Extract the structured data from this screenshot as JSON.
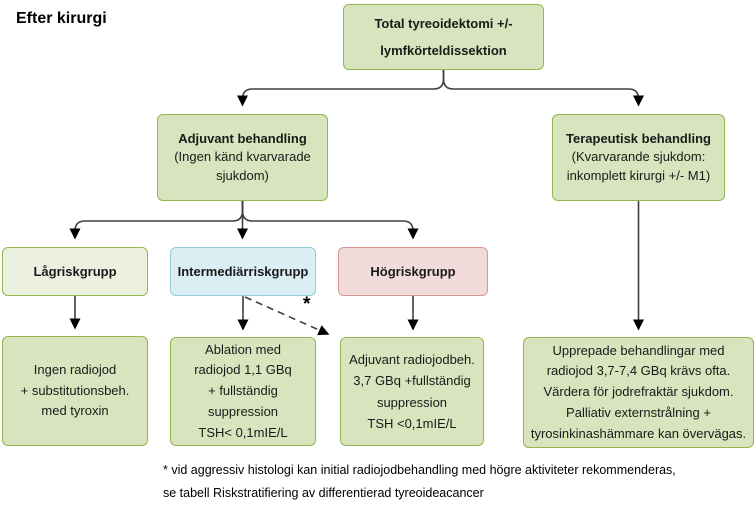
{
  "page": {
    "title": "Efter kirurgi"
  },
  "colors": {
    "node_green_fill": "#d7e4bd",
    "node_green_border": "#94b64e",
    "node_lightgreen_fill": "#ebf1de",
    "node_blue_fill": "#daeef3",
    "node_blue_border": "#92cddc",
    "node_pink_fill": "#f2dcdb",
    "node_pink_border": "#d99694",
    "connector_line": "#404040",
    "arrowhead": "#000000"
  },
  "boxes": {
    "top": {
      "text": "Total tyreoidektomi +/-\nlymfkörteldissektion"
    },
    "adjuvant": {
      "title": "Adjuvant behandling",
      "subtitle": "(Ingen känd kvarvarade\nsjukdom)"
    },
    "terapeutisk": {
      "title": "Terapeutisk behandling",
      "subtitle": "(Kvarvarande sjukdom:\ninkomplett kirurgi +/- M1)"
    },
    "lagrisk": {
      "label": "Lågriskgrupp"
    },
    "intermediar": {
      "label": "Intermediärriskgrupp"
    },
    "hogrisk": {
      "label": "Högriskgrupp"
    },
    "ingen_radiojod": {
      "text": "Ingen radiojod\n+ substitutionsbeh.\nmed tyroxin"
    },
    "ablation": {
      "text": "Ablation med\nradiojod 1,1 GBq\n+ fullständig\nsuppression\nTSH< 0,1mIE/L"
    },
    "adjuvant_radiojod": {
      "text": "Adjuvant radiojodbeh.\n3,7 GBq +fullständig\nsuppression\nTSH <0,1mIE/L"
    },
    "upprepade": {
      "text": "Upprepade behandlingar med\nradiojod  3,7-7,4 GBq krävs ofta.\nVärdera för jodrefraktär sjukdom.\nPalliativ externstrålning +\ntyrosinkinashämmare kan övervägas."
    }
  },
  "annotations": {
    "asterisk": "*",
    "footnote": "* vid aggressiv histologi kan initial radiojodbehandling med högre aktiviteter rekommenderas,\nse tabell Riskstratifiering av differentierad tyreoideacancer"
  }
}
